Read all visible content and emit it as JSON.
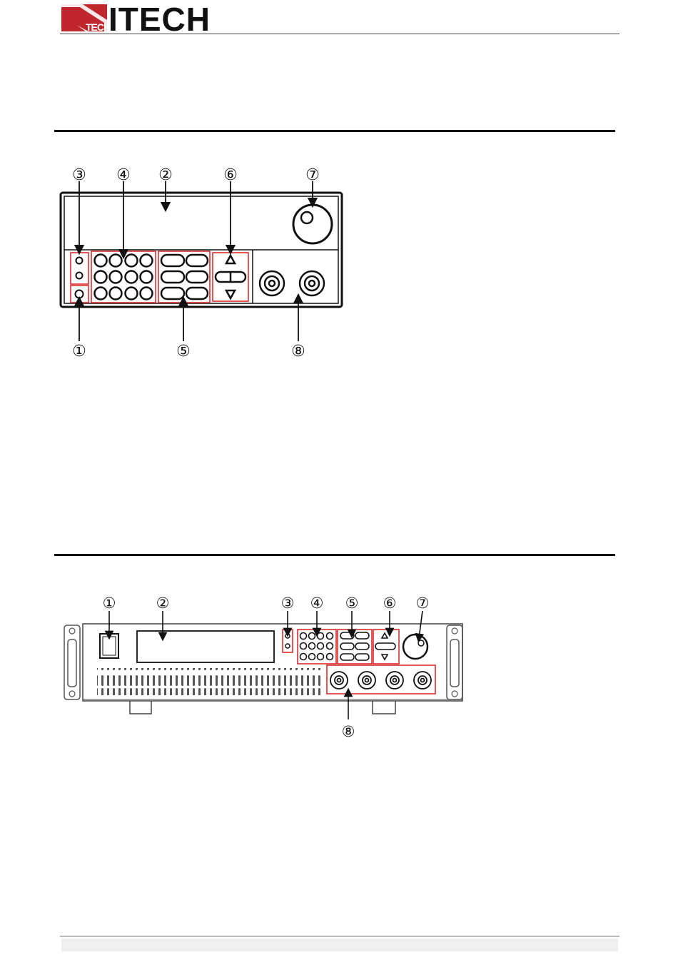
{
  "header": {
    "logo_small": "TECH",
    "logo_big": "ITECH",
    "logo_color": "#c0272d"
  },
  "figure1": {
    "callouts_top": [
      "③",
      "④",
      "②",
      "⑥",
      "⑦"
    ],
    "callouts_bottom": [
      "①",
      "⑤",
      "⑧"
    ]
  },
  "figure2": {
    "callouts_top": [
      "①",
      "②",
      "③",
      "④",
      "⑤",
      "⑥",
      "⑦"
    ],
    "callouts_bottom": [
      "⑧"
    ]
  },
  "colors": {
    "highlight": "#d62020",
    "outline": "#111111"
  }
}
